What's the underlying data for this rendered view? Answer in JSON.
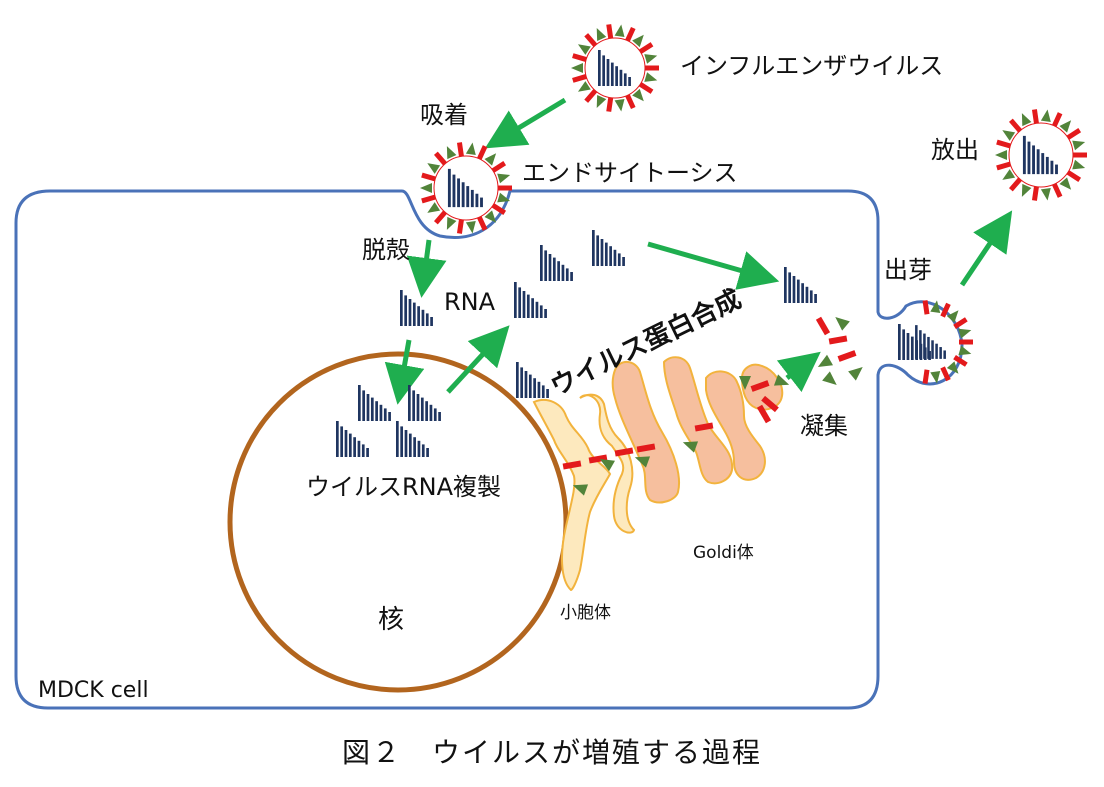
{
  "labels": {
    "influenza_virus": "インフルエンザウイルス",
    "adsorption": "吸着",
    "endocytosis": "エンドサイトーシス",
    "uncoating": "脱殻",
    "rna": "RNA",
    "viral_protein_synthesis": "ウイルス蛋白合成",
    "viral_rna_replication": "ウイルスRNA複製",
    "nucleus": "核",
    "er": "小胞体",
    "golgi": "Goldi体",
    "aggregation": "凝集",
    "budding": "出芽",
    "release": "放出",
    "cell_name": "MDCK cell"
  },
  "caption": "図２　ウイルスが増殖する過程",
  "colors": {
    "membrane": "#4a72b8",
    "nucleus": "#b2651e",
    "arrow": "#1fae4f",
    "rna": "#1f3560",
    "spike_red": "#e31a1c",
    "spike_green": "#52843a",
    "er_fill": "#fde9be",
    "er_stroke": "#f2b33d",
    "golgi_fill": "#f6bf9e",
    "golgi_stroke": "#f2b33d"
  }
}
